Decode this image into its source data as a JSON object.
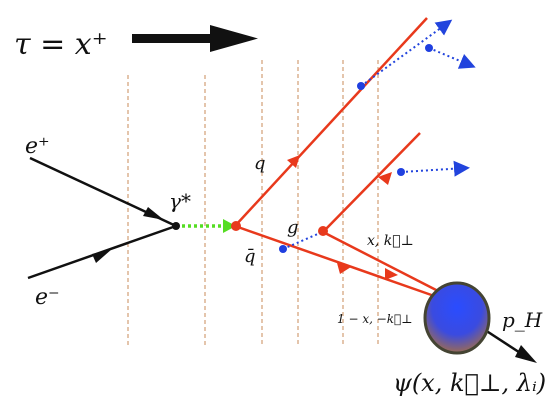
{
  "colors": {
    "quark": "#e8391c",
    "electron": "#111111",
    "photon_dashed": "#55dd22",
    "gluon_dotted": "#2244dd",
    "time_slice": "#c98b5a",
    "vertex_blue": "#1f3fe0",
    "vertex_red": "#e8391c",
    "hadron_fill_top": "#9a6a55",
    "hadron_fill_bottom": "#2040ff",
    "hadron_outline": "#444433"
  },
  "labels": {
    "time_axis": "τ = x⁺",
    "positron": "e⁺",
    "electron": "e⁻",
    "photon": "γ*",
    "quark": "q",
    "antiquark": "q̄",
    "gluon": "g",
    "momentum_fraction": "x, k⃗⊥",
    "complement_fraction": "1 − x, −k⃗⊥",
    "hadron_momentum": "p_H",
    "wavefunction": "ψ(x, k⃗⊥, λᵢ)"
  }
}
